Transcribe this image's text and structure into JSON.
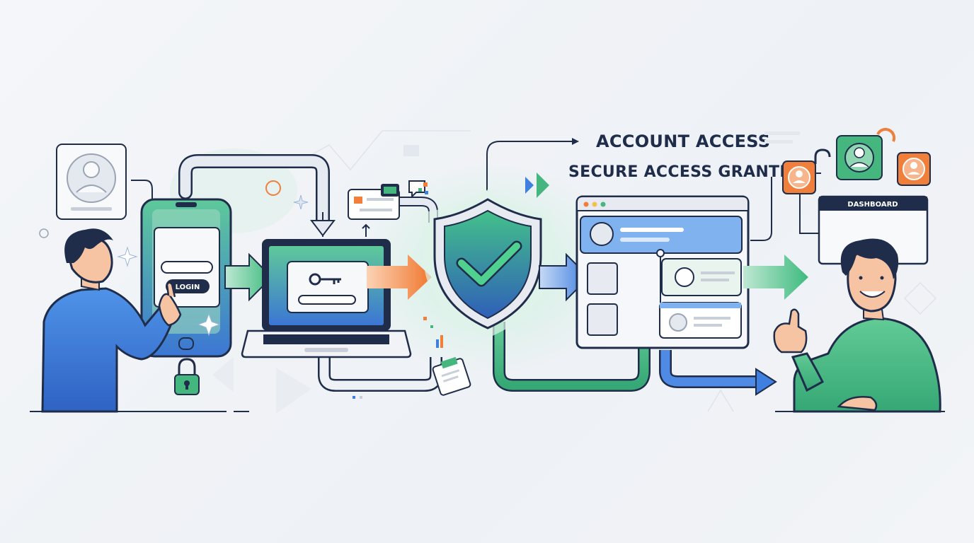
{
  "headline": {
    "title": "ACCOUNT ACCESS",
    "subtitle": "SECURE ACCESS GRANTED"
  },
  "phone": {
    "button_label": "LOGIN"
  },
  "dashboard_card": {
    "label": "DASHBOARD"
  },
  "colors": {
    "navy": "#1f2d4a",
    "blue": "#3f7fe0",
    "green": "#4cc28a",
    "orange": "#f07f3c",
    "shield_green": "#3db27a",
    "skin": "#f6c3a3"
  },
  "icons": [
    "user-avatar-icon",
    "key-icon",
    "shield-check-icon",
    "padlock-icon",
    "open-padlock-icon",
    "sparkle-icon",
    "chat-bubble-icon",
    "document-icon"
  ]
}
